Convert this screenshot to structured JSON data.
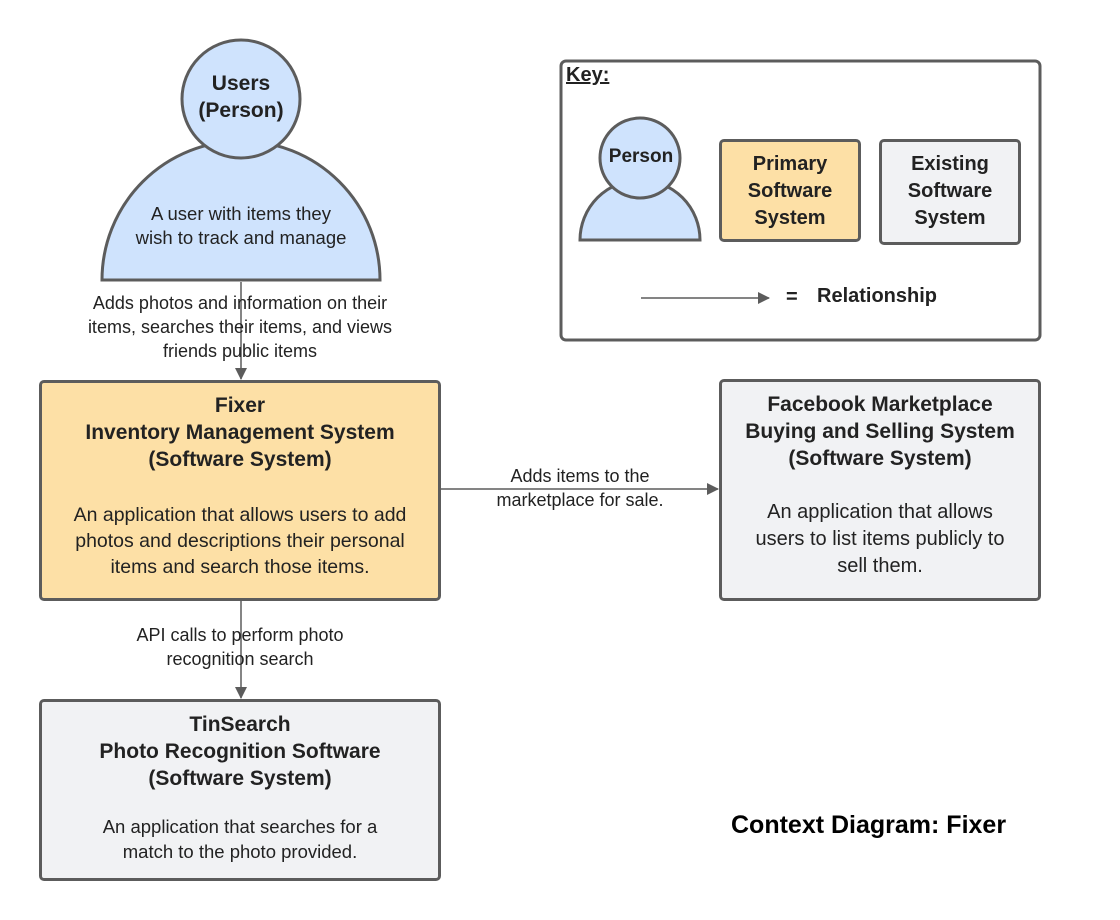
{
  "person": {
    "title_line1": "Users",
    "title_line2": "(Person)",
    "desc_line1": "A user with items they",
    "desc_line2": "wish to track and manage"
  },
  "fixer": {
    "name": "Fixer",
    "subtitle": "Inventory Management System",
    "type": "(Software System)",
    "desc_line1": "An application that allows users to add",
    "desc_line2": "photos and descriptions their personal",
    "desc_line3": "items and search those items."
  },
  "facebook": {
    "name": "Facebook Marketplace",
    "subtitle": "Buying and Selling System",
    "type": "(Software System)",
    "desc_line1": "An application that allows",
    "desc_line2": "users to list items publicly to",
    "desc_line3": "sell them."
  },
  "tinsearch": {
    "name": "TinSearch",
    "subtitle": "Photo Recognition Software",
    "type": "(Software System)",
    "desc_line1": "An application that searches for a",
    "desc_line2": "match to the photo provided."
  },
  "relationships": {
    "users_to_fixer": {
      "line1": "Adds photos and information on their",
      "line2": "items, searches their items, and views",
      "line3": "friends public items"
    },
    "fixer_to_facebook": {
      "line1": "Adds items to the",
      "line2": "marketplace for sale."
    },
    "fixer_to_tinsearch": {
      "line1": "API calls to perform photo",
      "line2": "recognition search"
    }
  },
  "key": {
    "heading": "Key:",
    "person": "Person",
    "primary_line1": "Primary",
    "primary_line2": "Software",
    "primary_line3": "System",
    "existing_line1": "Existing",
    "existing_line2": "Software",
    "existing_line3": "System",
    "equals": "=",
    "relationship": "Relationship"
  },
  "diagram_title": "Context Diagram: Fixer",
  "colors": {
    "person_fill": "#cfe3fd",
    "primary_fill": "#fde0a6",
    "existing_fill": "#f1f2f4",
    "stroke": "#5c5c5c"
  }
}
